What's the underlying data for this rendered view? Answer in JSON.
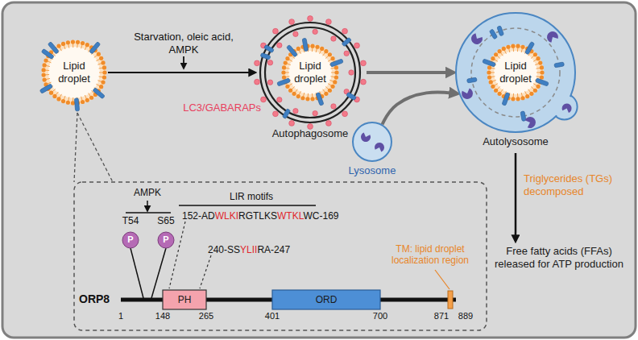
{
  "diagram": {
    "nodes": [
      {
        "text": [
          "Lipid droplet"
        ]
      },
      {
        "text": [
          "Autophagosome"
        ]
      },
      {
        "text": [
          "Lipid droplet"
        ],
        "in": 1
      },
      {
        "text": [
          "Lysosome"
        ]
      },
      {
        "text": [
          "Autolysosome"
        ]
      },
      {
        "text": [
          "Lipid droplet"
        ],
        "in": 4
      },
      {
        "text": [
          "Free fatty acids (FFAs) released for ATP production"
        ]
      },
      {
        "text": [
          "P"
        ]
      },
      {
        "text": [
          "P"
        ]
      },
      {
        "text": [
          "PH"
        ]
      },
      {
        "text": [
          "ORD"
        ]
      }
    ],
    "edges": [
      {
        "from": 0,
        "to": 1,
        "arrow": "to"
      },
      {
        "from": 1,
        "to": 4,
        "arrow": "to"
      },
      {
        "from": 3,
        "to": 4,
        "arrow": "to"
      },
      {
        "from": 4,
        "to": 6,
        "arrow": "to",
        "label": "Triglycerides (TGs) decomposed"
      }
    ],
    "labels": [
      "Starvation, oleic acid, AMPK",
      "LC3/GABARAPs",
      "AMPK",
      "T54",
      "S65",
      "LIR motifs",
      "152-AD",
      "WLKI",
      "RGTLKS",
      "WTKL",
      "WC-169",
      "240-SS",
      "YLII",
      "RA-247",
      "TM: lipid droplet localization region",
      "ORP8",
      "1",
      "148",
      "265",
      "401",
      "700",
      "871",
      "889"
    ]
  }
}
